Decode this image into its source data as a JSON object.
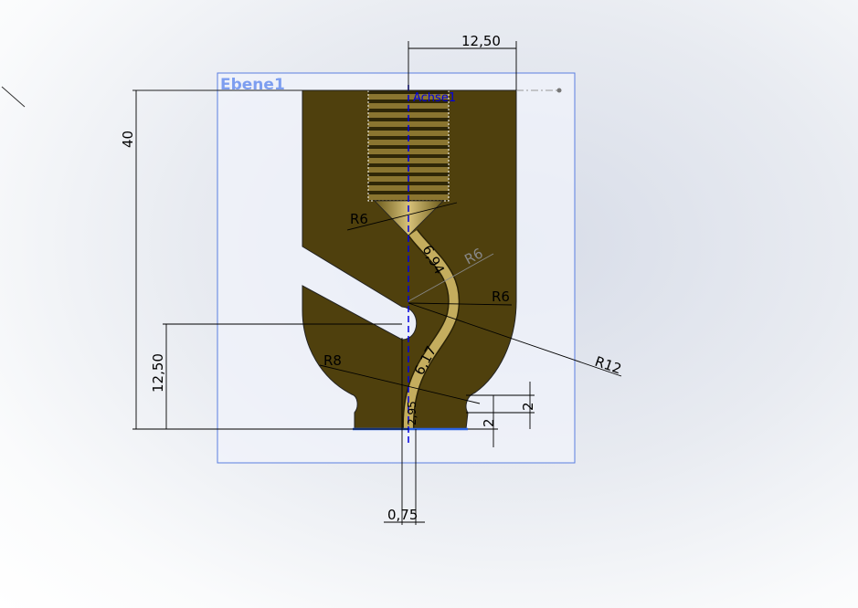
{
  "viewport": {
    "plane_label": "Ebene1",
    "axis_label": "Achse1"
  },
  "dimensions": {
    "top_width": "12,50",
    "height_total": "40",
    "height_slot": "12,50",
    "bottom_offset": "0,75",
    "radius_cone": "R6",
    "radius_channel_upper": "R6",
    "radius_channel_mid": "R6",
    "radius_outer": "R12",
    "radius_lower": "R8",
    "channel_len_upper": "6,94",
    "channel_len_lower": "6,17",
    "channel_len_bottom": "2,95",
    "notch_height_right": "2",
    "foot_height": "2"
  },
  "colors": {
    "body": "#4f400d",
    "plane_border": "#5a7ee0",
    "axis": "#0000e0"
  }
}
